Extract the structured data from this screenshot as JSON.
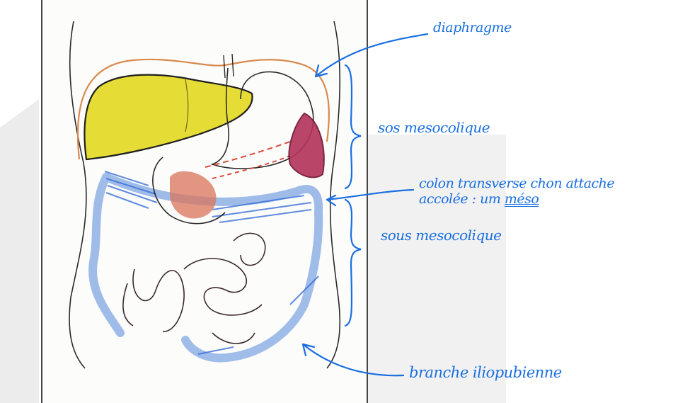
{
  "annotations": {
    "diaphragm": "diaphragme",
    "sus_mesocolic": "sos mesocolique",
    "transverse_colon_line1": "colon transverse chon attache",
    "transverse_colon_line2_a": "accolée : um",
    "transverse_colon_line2_b": "méso",
    "sous_mesocolic": "sous mesocolique",
    "iliopubic_branch": "branche iliopubienne"
  },
  "colors": {
    "annotation_blue": "#1a6fe0",
    "liver_yellow": "#e6dc36",
    "pancreas_red": "#d9745a",
    "spleen_purple": "#a3204d",
    "colon_blue": "#8fb2e6",
    "diaphragm_orange": "#d9894c",
    "pencil": "#2a2a2a"
  },
  "icons": [
    "abdomen-drawing",
    "arrow-diaphragm",
    "arrow-transverse-colon",
    "arrow-iliopubic",
    "brace-sus-mesocolic",
    "brace-sous-mesocolic"
  ]
}
